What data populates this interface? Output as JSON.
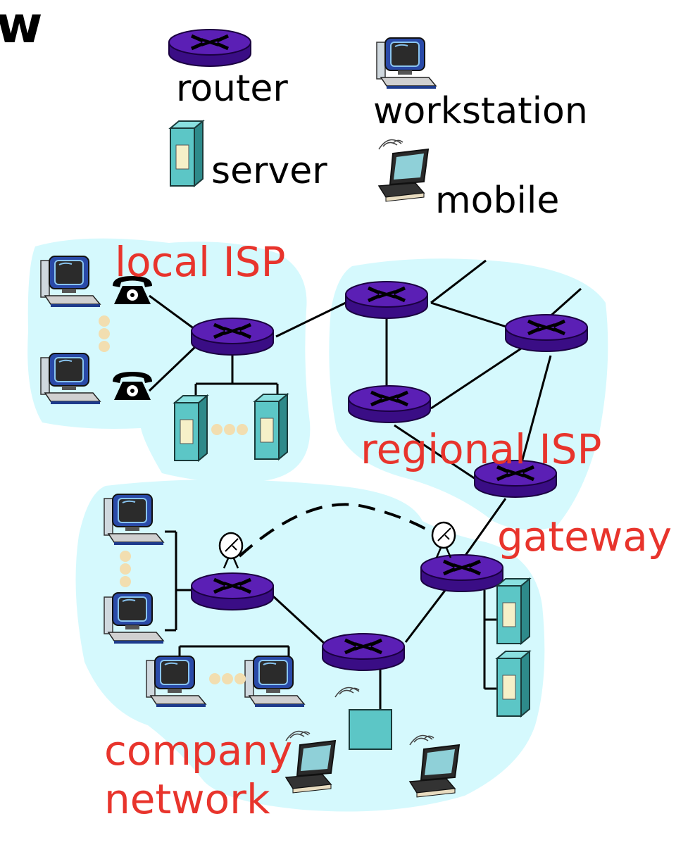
{
  "title_fragment": "w",
  "legend": {
    "router": "router",
    "workstation": "workstation",
    "server": "server",
    "mobile": "mobile"
  },
  "regions": {
    "local_isp": "local ISP",
    "regional_isp": "regional ISP",
    "gateway": "gateway",
    "company_network": "company network"
  },
  "company_network_lines": [
    "company",
    "network"
  ],
  "colors": {
    "region_fill": "#d5f9fd",
    "router": "#5b1fb5",
    "router_dark": "#3a0d85",
    "server": "#5cc6c6",
    "label_red": "#e8342c",
    "ellipsis_dots": "#f2deb0"
  }
}
